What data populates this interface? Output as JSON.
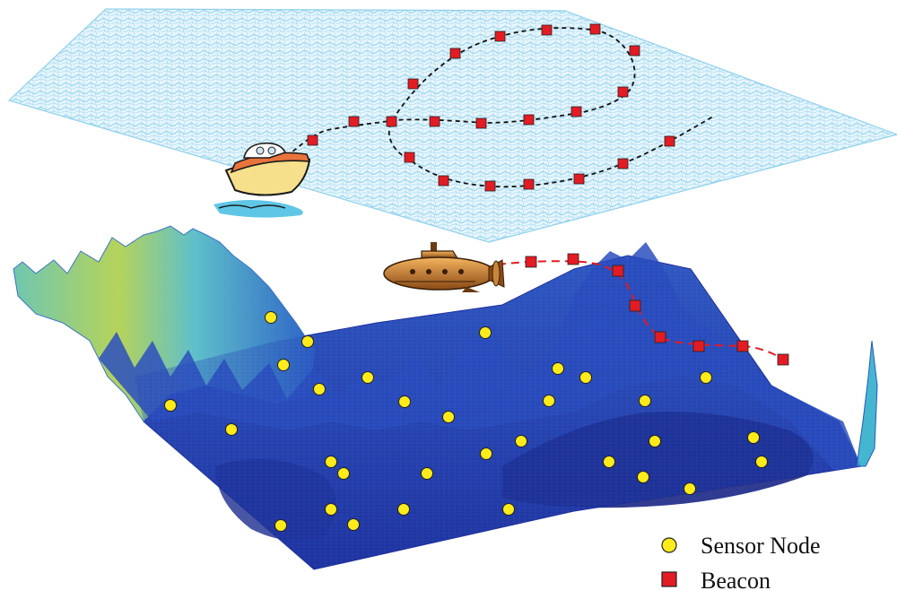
{
  "legend": {
    "sensor_label": "Sensor Node",
    "beacon_label": "Beacon"
  },
  "colors": {
    "sea_surface": "#8fd0ec",
    "seabed_deep": "#1d2f9a",
    "seabed_mid": "#2a56c4",
    "seabed_high": "#35a9c9",
    "seabed_peak": "#b7d35a",
    "sensor_node": "#ffeb1a",
    "beacon": "#e31b23",
    "surface_path": "#111111",
    "sub_path": "#e31b23"
  },
  "icons": {
    "surface_vessel": "boat-icon",
    "underwater_vehicle": "submarine-icon",
    "sensor_marker": "circle",
    "beacon_marker": "square"
  }
}
